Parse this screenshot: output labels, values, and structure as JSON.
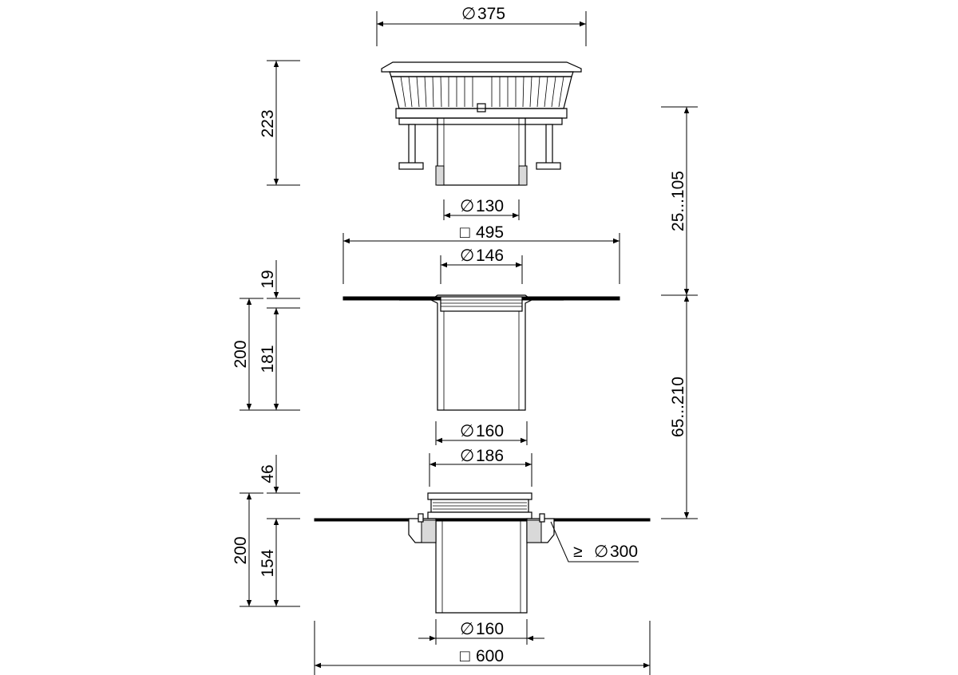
{
  "dimensions": {
    "top_diameter": "375",
    "top_height": "223",
    "outlet_diameter": "130",
    "square_495": "495",
    "flange_diameter_146": "146",
    "upper_adjust": "25...105",
    "flange_thickness": "19",
    "mid_height_200": "200",
    "mid_height_181": "181",
    "mid_pipe_diameter": "160",
    "lower_adjust": "65...210",
    "lower_collar_diameter": "186",
    "lower_height_46": "46",
    "lower_height_200": "200",
    "lower_height_154": "154",
    "min_hole": "300",
    "min_hole_prefix": "≥",
    "bottom_pipe_diameter": "160",
    "square_600": "600"
  },
  "symbols": {
    "diameter": "∅",
    "square": "□"
  }
}
